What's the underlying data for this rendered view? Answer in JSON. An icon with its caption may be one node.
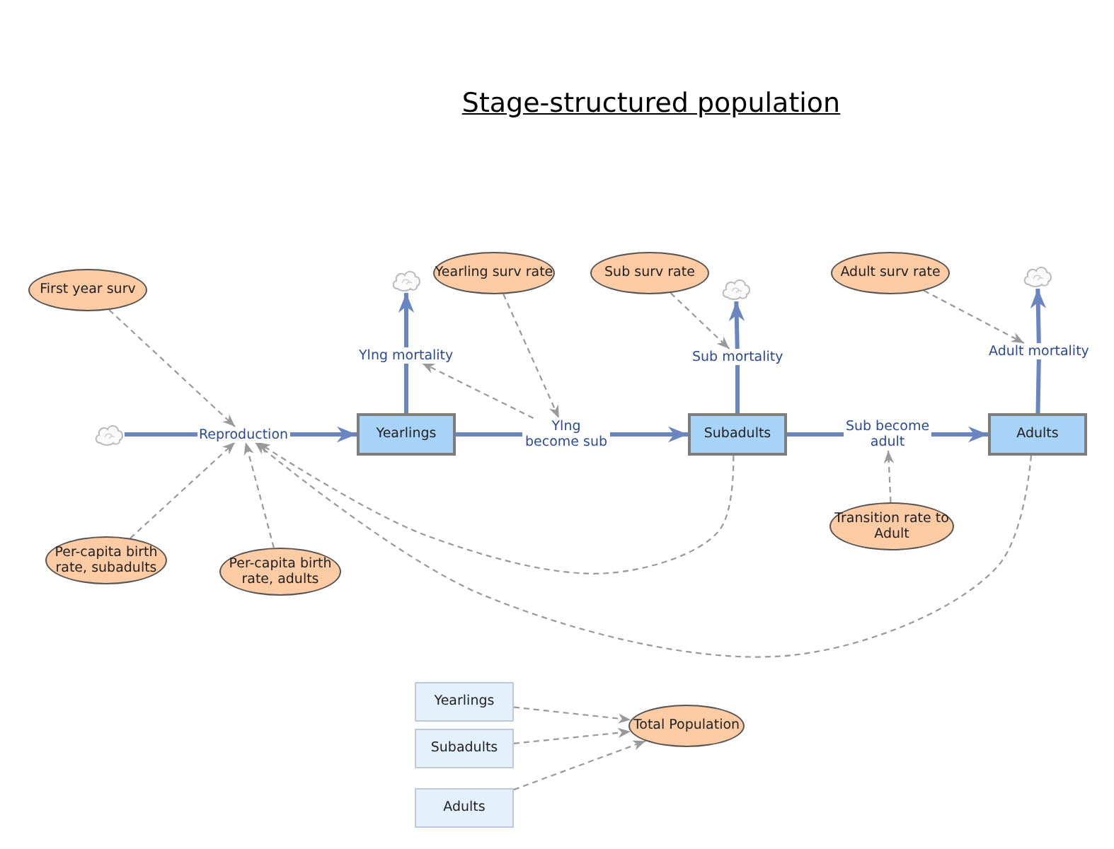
{
  "diagram": {
    "title": "Stage-structured population",
    "nodes": [
      {
        "text": [
          "First year surv"
        ]
      },
      {
        "text": [
          "Yearling surv rate"
        ]
      },
      {
        "text": [
          "Sub surv rate"
        ]
      },
      {
        "text": [
          "Adult surv rate"
        ]
      },
      {
        "text": [],
        "shape": "cloud"
      },
      {
        "text": [],
        "shape": "cloud"
      },
      {
        "text": [],
        "shape": "cloud"
      },
      {
        "text": [
          "Ylng mortality"
        ]
      },
      {
        "text": [
          "Sub mortality"
        ]
      },
      {
        "text": [
          "Adult mortality"
        ]
      },
      {
        "text": [],
        "shape": "cloud"
      },
      {
        "text": [
          "Reproduction"
        ]
      },
      {
        "text": [
          "Yearlings"
        ]
      },
      {
        "text": [
          "Ylng become sub"
        ]
      },
      {
        "text": [
          "Subadults"
        ]
      },
      {
        "text": [
          "Sub become adult"
        ]
      },
      {
        "text": [
          "Adults"
        ]
      },
      {
        "text": [
          "Per-capita birth rate, subadults"
        ]
      },
      {
        "text": [
          "Per-capita birth rate, adults"
        ]
      },
      {
        "text": [
          "Transition rate to Adult"
        ]
      },
      {
        "text": [
          "Yearlings"
        ]
      },
      {
        "text": [
          "Subadults"
        ]
      },
      {
        "text": [
          "Adults"
        ]
      },
      {
        "text": [
          "Total Population"
        ]
      }
    ],
    "edges": [
      {
        "from": 10,
        "to": 11,
        "arrow": "none",
        "style": "thick",
        "color": "#6a86c0"
      },
      {
        "from": 11,
        "to": 12,
        "arrow": "to",
        "style": "thick",
        "color": "#6a86c0"
      },
      {
        "from": 12,
        "to": 13,
        "arrow": "none",
        "style": "thick",
        "color": "#6a86c0"
      },
      {
        "from": 13,
        "to": 14,
        "arrow": "to",
        "style": "thick",
        "color": "#6a86c0"
      },
      {
        "from": 14,
        "to": 15,
        "arrow": "none",
        "style": "thick",
        "color": "#6a86c0"
      },
      {
        "from": 15,
        "to": 16,
        "arrow": "to",
        "style": "thick",
        "color": "#6a86c0"
      },
      {
        "from": 12,
        "to": 7,
        "arrow": "none",
        "style": "thick",
        "color": "#6a86c0"
      },
      {
        "from": 7,
        "to": 4,
        "arrow": "to",
        "style": "thick",
        "color": "#6a86c0"
      },
      {
        "from": 14,
        "to": 8,
        "arrow": "none",
        "style": "thick",
        "color": "#6a86c0"
      },
      {
        "from": 8,
        "to": 5,
        "arrow": "to",
        "style": "thick",
        "color": "#6a86c0"
      },
      {
        "from": 16,
        "to": 9,
        "arrow": "none",
        "style": "thick",
        "color": "#6a86c0"
      },
      {
        "from": 9,
        "to": 6,
        "arrow": "to",
        "style": "thick",
        "color": "#6a86c0"
      },
      {
        "from": 0,
        "to": 11,
        "arrow": "to",
        "style": "dashed"
      },
      {
        "from": 17,
        "to": 11,
        "arrow": "to",
        "style": "dashed"
      },
      {
        "from": 18,
        "to": 11,
        "arrow": "to",
        "style": "dashed"
      },
      {
        "from": 14,
        "to": 11,
        "arrow": "to",
        "style": "dashed"
      },
      {
        "from": 16,
        "to": 11,
        "arrow": "to",
        "style": "dashed"
      },
      {
        "from": 1,
        "to": 13,
        "arrow": "to",
        "style": "dashed"
      },
      {
        "from": 13,
        "to": 7,
        "arrow": "to",
        "style": "dashed"
      },
      {
        "from": 2,
        "to": 8,
        "arrow": "to",
        "style": "dashed"
      },
      {
        "from": 3,
        "to": 9,
        "arrow": "to",
        "style": "dashed"
      },
      {
        "from": 19,
        "to": 15,
        "arrow": "to",
        "style": "dashed"
      },
      {
        "from": 20,
        "to": 23,
        "arrow": "to",
        "style": "dashed"
      },
      {
        "from": 21,
        "to": 23,
        "arrow": "to",
        "style": "dashed"
      },
      {
        "from": 22,
        "to": 23,
        "arrow": "to",
        "style": "dashed"
      }
    ]
  }
}
